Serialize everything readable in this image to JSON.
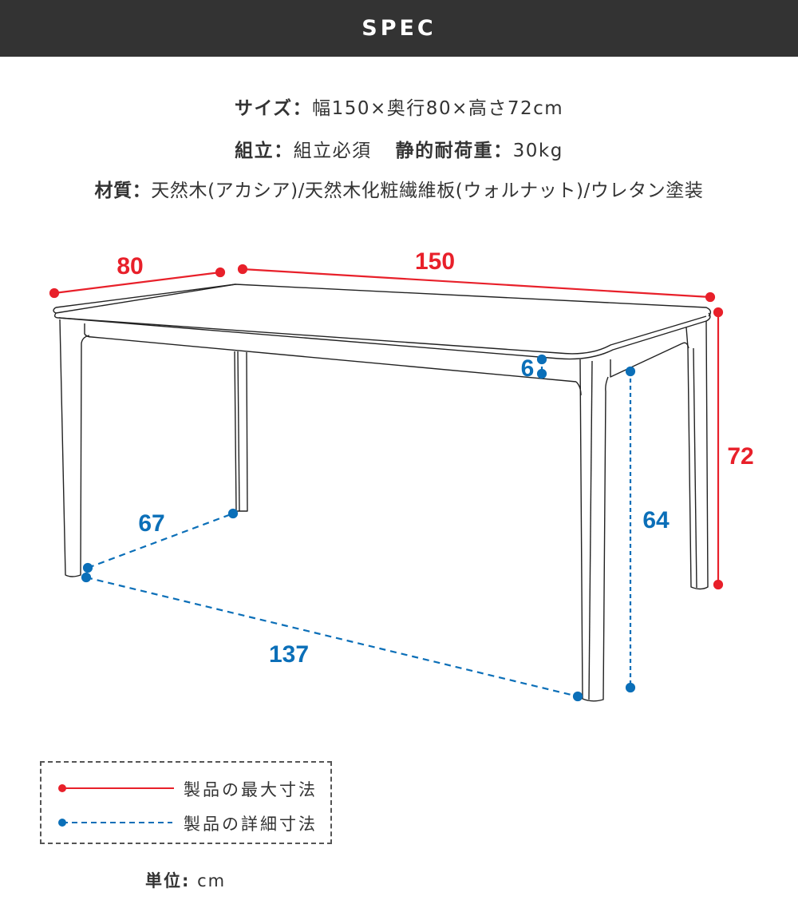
{
  "header": {
    "title": "SPEC"
  },
  "spec": {
    "size_label": "サイズ：",
    "size_value": "幅150×奥行80×高さ72cm",
    "assembly_label": "組立：",
    "assembly_value": "組立必須",
    "load_label": "静的耐荷重：",
    "load_value": "30kg",
    "material_label": "材質：",
    "material_value": "天然木(アカシア)/天然木化粧繊維板(ウォルナット)/ウレタン塗装"
  },
  "dimensions": {
    "depth": "80",
    "width": "150",
    "height": "72",
    "apron": "6",
    "leg_span_depth": "67",
    "leg_span_width": "137",
    "clearance_height": "64"
  },
  "colors": {
    "max_dimension": "#e8202a",
    "detail_dimension": "#0b6fb8",
    "header_bg": "#333333",
    "text": "#333333"
  },
  "legend": {
    "max_label": "製品の最大寸法",
    "detail_label": "製品の詳細寸法"
  },
  "unit": {
    "label": "単位:",
    "value": " cm"
  }
}
